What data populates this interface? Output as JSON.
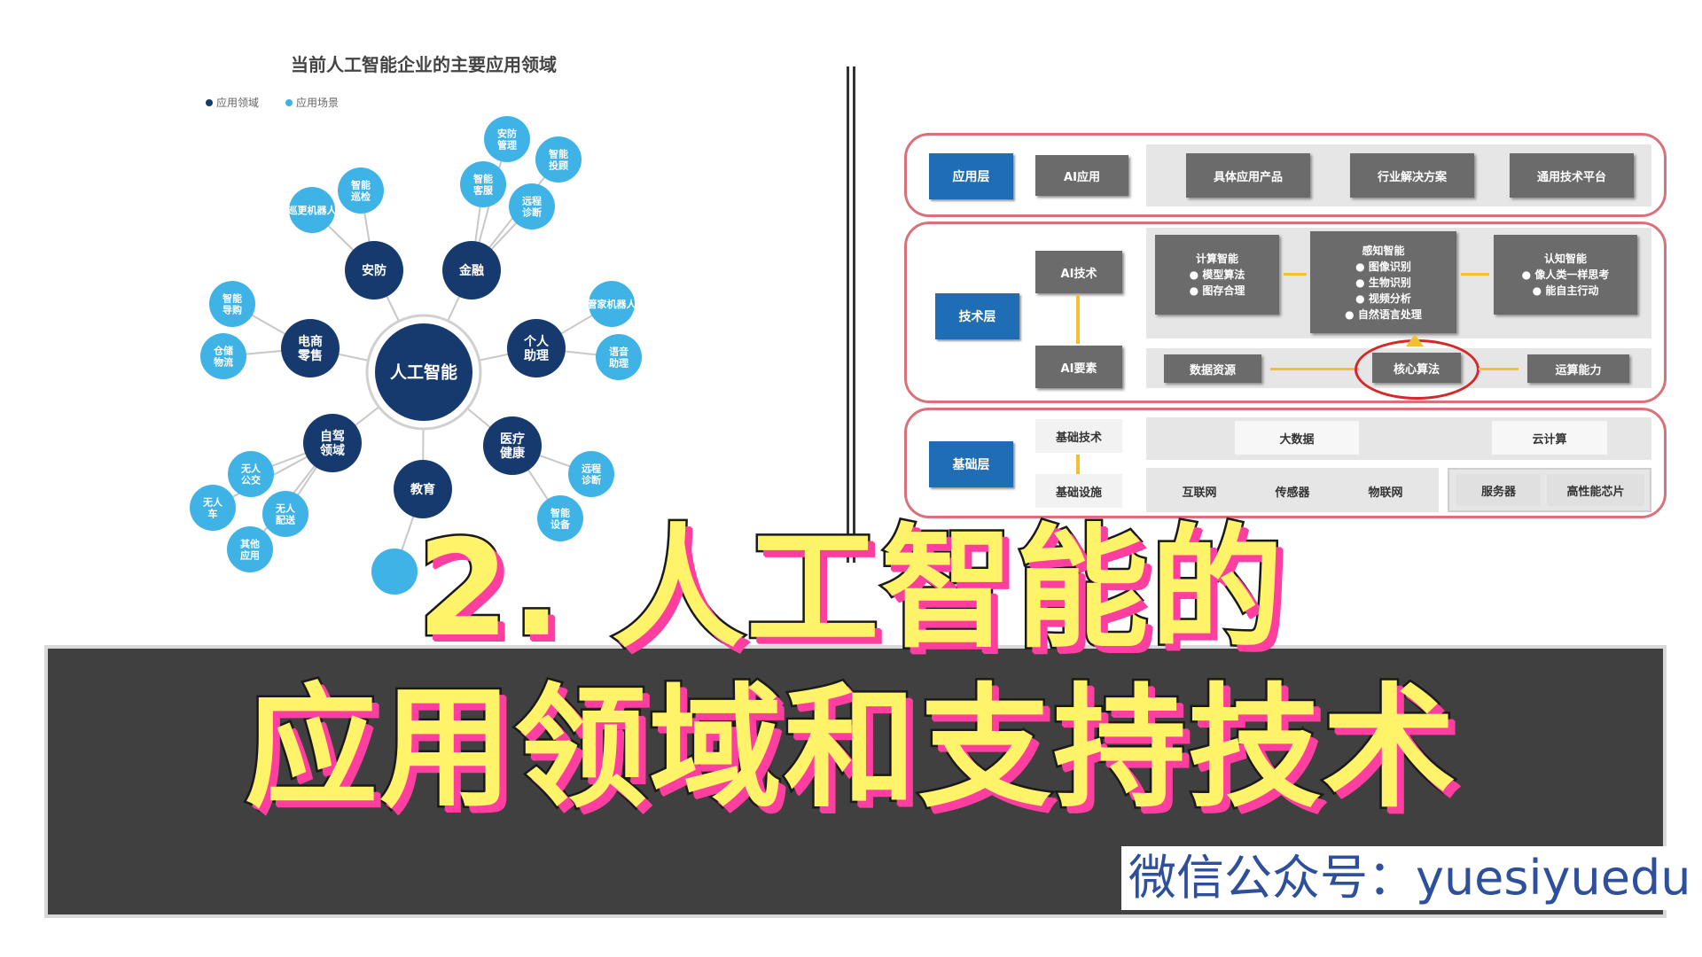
{
  "left_diagram": {
    "title": "当前人工智能企业的主要应用领域",
    "legend": [
      {
        "label": "应用领域",
        "color": "#163a6e"
      },
      {
        "label": "应用场景",
        "color": "#3fb3e6"
      }
    ],
    "center": "人工智能",
    "domains": [
      {
        "name": "安防",
        "scenes": [
          "智能巡检",
          "巡更机器人"
        ]
      },
      {
        "name": "金融",
        "scenes": [
          "安防管理",
          "智能投顾",
          "智能客服",
          "远程诊断"
        ]
      },
      {
        "name": "个人助理",
        "scenes": [
          "管家机器人",
          "语音助理"
        ]
      },
      {
        "name": "医疗健康",
        "scenes": [
          "远程诊断",
          "智能设备"
        ]
      },
      {
        "name": "教育",
        "scenes": [
          ""
        ]
      },
      {
        "name": "自驾领域",
        "scenes": [
          "无人公交",
          "无人车",
          "无人配送",
          "其他应用"
        ]
      },
      {
        "name": "电商零售",
        "scenes": [
          "智能导购",
          "仓储物流"
        ]
      }
    ]
  },
  "right_diagram": {
    "app_layer": {
      "label": "应用层",
      "ai_app": "AI应用",
      "items": [
        "具体应用产品",
        "行业解决方案",
        "通用技术平台"
      ]
    },
    "tech_layer": {
      "label": "技术层",
      "ai_tech": "AI技术",
      "ai_elements": "AI要素",
      "computing": {
        "title": "计算智能",
        "lines": [
          "● 模型算法",
          "● 图存合理"
        ]
      },
      "perception": {
        "title": "感知智能",
        "lines": [
          "● 图像识别",
          "● 生物识别",
          "● 视频分析",
          "● 自然语言处理"
        ]
      },
      "cognition": {
        "title": "认知智能",
        "lines": [
          "● 像人类一样思考",
          "● 能自主行动"
        ]
      },
      "data": "数据资源",
      "algorithm": "核心算法",
      "compute_power": "运算能力"
    },
    "base_layer": {
      "label": "基础层",
      "base_tech": "基础技术",
      "base_infra": "基础设施",
      "bigdata": "大数据",
      "cloud": "云计算",
      "items": [
        "互联网",
        "传感器",
        "物联网"
      ],
      "items2": [
        "服务器",
        "高性能芯片"
      ]
    },
    "colors": {
      "layer_border": "#d9717a",
      "label_blue": "#1e6db5",
      "highlight_ring": "#d62828",
      "arrow": "#f2c033"
    }
  },
  "headline": {
    "line1": "2. 人工智能的",
    "line2": "应用领域和支持技术"
  },
  "watermark": "微信公众号：yuesiyuedu"
}
